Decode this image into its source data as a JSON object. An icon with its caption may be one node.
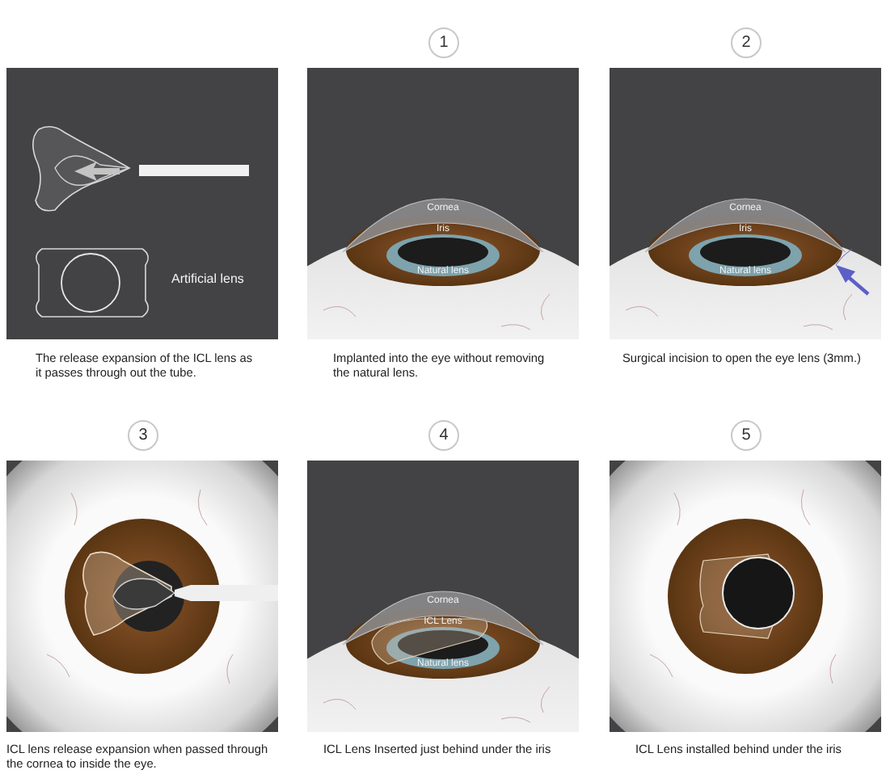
{
  "diagram": {
    "labels": [
      "1",
      "2",
      "Artificial lens",
      "Cornea",
      "Iris",
      "Natural lens",
      "Cornea",
      "Iris",
      "Natural lens",
      "The release expansion of the ICL lens as it passes through out the tube.",
      "Implanted into the eye without removing the natural lens.",
      "Surgical incision to open the eye lens (3mm.)",
      "3",
      "4",
      "5",
      "Cornea",
      "ICL Lens",
      "Natural lens",
      "ICL lens release expansion when passed through the cornea to inside the eye.",
      "ICL Lens Inserted just behind under the iris",
      "ICL Lens installed behind under the iris"
    ]
  }
}
